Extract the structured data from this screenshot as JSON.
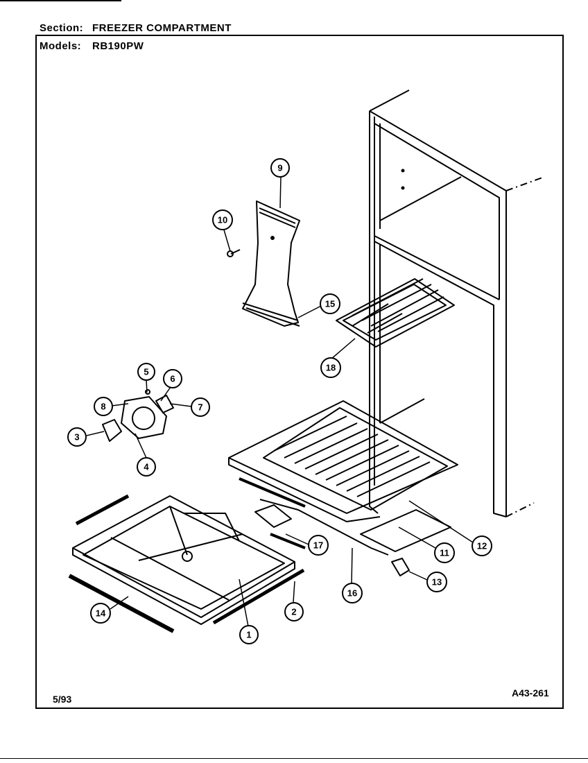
{
  "header": {
    "section_key": "Section:",
    "section_value": "FREEZER COMPARTMENT",
    "models_key": "Models:",
    "models_value": "RB190PW"
  },
  "footer": {
    "date": "5/93",
    "code": "A43-261"
  },
  "callouts": [
    "1",
    "2",
    "3",
    "4",
    "5",
    "6",
    "7",
    "8",
    "9",
    "10",
    "11",
    "12",
    "13",
    "14",
    "15",
    "16",
    "17",
    "18"
  ]
}
